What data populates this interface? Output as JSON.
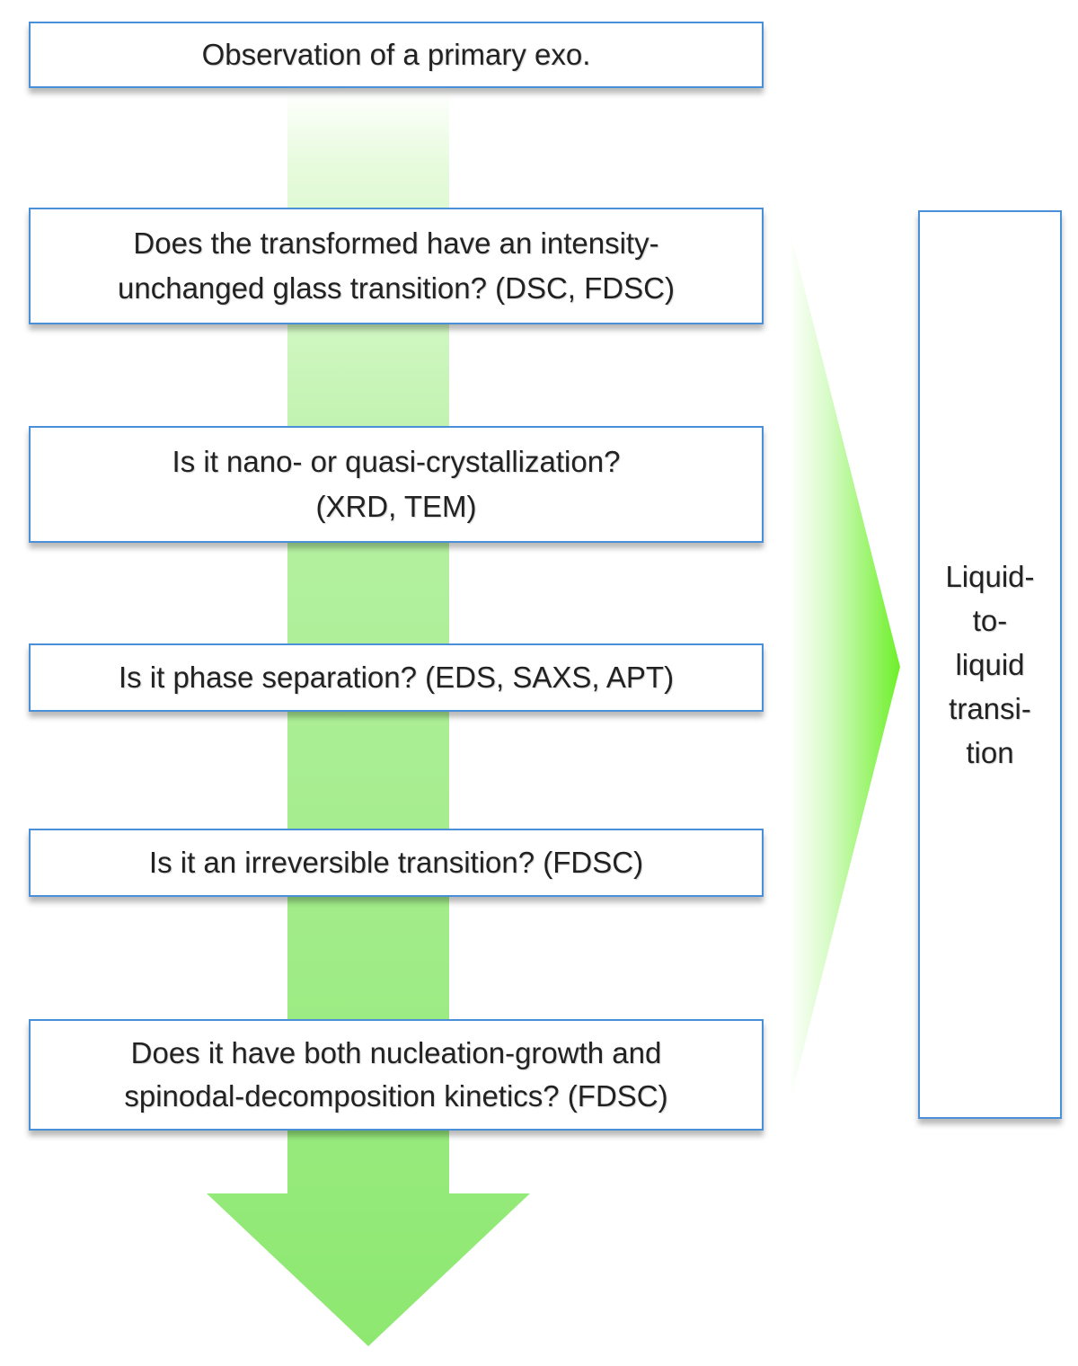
{
  "colors": {
    "arrow_green": "#8de870",
    "arrow_light": "#e6fbdc",
    "chevron_green": "#6ef02a",
    "box_border": "#4a90d9",
    "text": "#222222"
  },
  "steps": [
    {
      "lines": [
        "Observation of a primary exo."
      ]
    },
    {
      "lines": [
        "Does the transformed have an intensity-",
        "unchanged glass transition? (DSC, FDSC)"
      ]
    },
    {
      "lines": [
        "Is it nano- or quasi-crystallization?",
        "(XRD, TEM)"
      ]
    },
    {
      "lines": [
        "Is it phase separation? (EDS, SAXS, APT)"
      ]
    },
    {
      "lines": [
        "Is it an irreversible transition? (FDSC)"
      ]
    },
    {
      "lines": [
        "Does it have both nucleation-growth and",
        "spinodal-decomposition kinetics? (FDSC)"
      ]
    }
  ],
  "result": {
    "lines": [
      "Liquid-",
      "to-",
      "liquid",
      "transi-",
      "tion"
    ]
  }
}
